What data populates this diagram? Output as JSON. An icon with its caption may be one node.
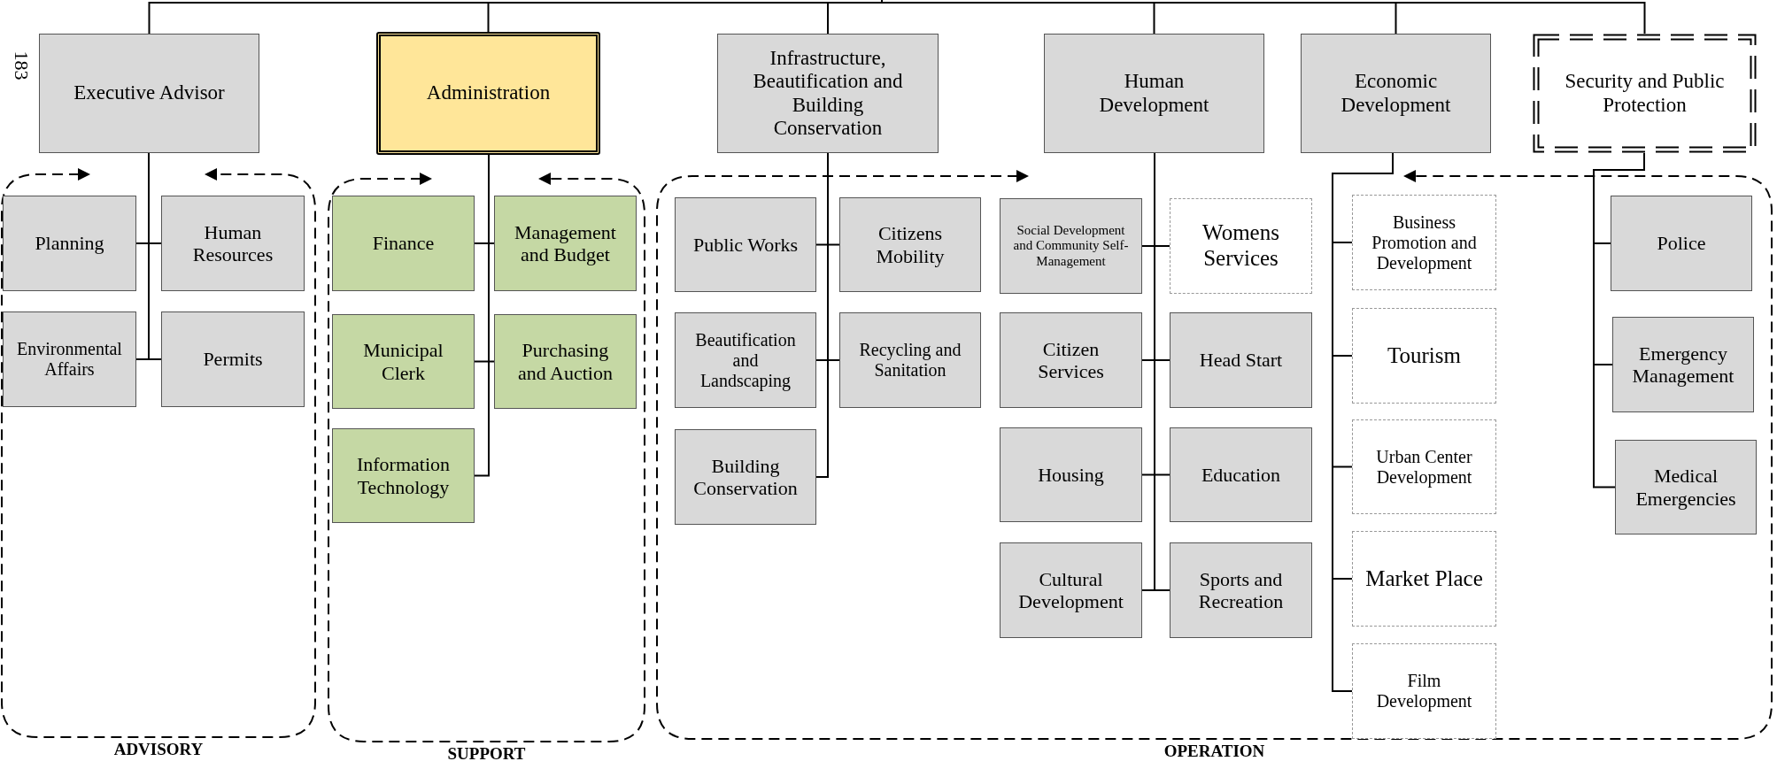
{
  "diagram": {
    "nodes": [
      {
        "text": [
          "Executive Advisor"
        ]
      },
      {
        "text": [
          "Administration"
        ]
      },
      {
        "text": [
          "Infrastructure, Beautification and Building Conservation"
        ]
      },
      {
        "text": [
          "Human Development"
        ]
      },
      {
        "text": [
          "Economic Development"
        ]
      },
      {
        "text": [
          "Security and Public Protection"
        ]
      },
      {
        "text": [
          "ADVISORY"
        ]
      },
      {
        "text": [
          "Planning"
        ],
        "in": 6
      },
      {
        "text": [
          "Human Resources"
        ],
        "in": 6
      },
      {
        "text": [
          "Environmental Affairs"
        ],
        "in": 6
      },
      {
        "text": [
          "Permits"
        ],
        "in": 6
      },
      {
        "text": [
          "SUPPORT"
        ]
      },
      {
        "text": [
          "Finance"
        ],
        "in": 11
      },
      {
        "text": [
          "Management and Budget"
        ],
        "in": 11
      },
      {
        "text": [
          "Municipal Clerk"
        ],
        "in": 11
      },
      {
        "text": [
          "Purchasing and Auction"
        ],
        "in": 11
      },
      {
        "text": [
          "Information Technology"
        ],
        "in": 11
      },
      {
        "text": [
          "OPERATION"
        ]
      },
      {
        "text": [
          "Public Works"
        ],
        "in": 17
      },
      {
        "text": [
          "Citizens Mobility"
        ],
        "in": 17
      },
      {
        "text": [
          "Beautification and Landscaping"
        ],
        "in": 17
      },
      {
        "text": [
          "Recycling and Sanitation"
        ],
        "in": 17
      },
      {
        "text": [
          "Building Conservation"
        ],
        "in": 17
      },
      {
        "text": [
          "Social Development and Community Self-Management"
        ],
        "in": 17
      },
      {
        "text": [
          "Womens Services"
        ],
        "in": 17
      },
      {
        "text": [
          "Citizen Services"
        ],
        "in": 17
      },
      {
        "text": [
          "Head Start"
        ],
        "in": 17
      },
      {
        "text": [
          "Housing"
        ],
        "in": 17
      },
      {
        "text": [
          "Education"
        ],
        "in": 17
      },
      {
        "text": [
          "Cultural Development"
        ],
        "in": 17
      },
      {
        "text": [
          "Sports and Recreation"
        ],
        "in": 17
      },
      {
        "text": [
          "Business Promotion and Development"
        ],
        "in": 17
      },
      {
        "text": [
          "Tourism"
        ],
        "in": 17
      },
      {
        "text": [
          "Urban Center Development"
        ],
        "in": 17
      },
      {
        "text": [
          "Market Place"
        ],
        "in": 17
      },
      {
        "text": [
          "Film Development"
        ],
        "in": 17
      },
      {
        "text": [
          "Police"
        ],
        "in": 17
      },
      {
        "text": [
          "Emergency Management"
        ],
        "in": 17
      },
      {
        "text": [
          "Medical Emergencies"
        ],
        "in": 17
      }
    ],
    "edges": [
      {
        "from": null,
        "to": 0,
        "arrow": "none"
      },
      {
        "from": null,
        "to": 1,
        "arrow": "none"
      },
      {
        "from": null,
        "to": 2,
        "arrow": "none"
      },
      {
        "from": null,
        "to": 3,
        "arrow": "none"
      },
      {
        "from": null,
        "to": 4,
        "arrow": "none"
      },
      {
        "from": null,
        "to": 5,
        "arrow": "none"
      },
      {
        "from": 0,
        "to": 7,
        "arrow": "none"
      },
      {
        "from": 0,
        "to": 8,
        "arrow": "none"
      },
      {
        "from": 0,
        "to": 9,
        "arrow": "none"
      },
      {
        "from": 0,
        "to": 10,
        "arrow": "none"
      },
      {
        "from": 1,
        "to": 12,
        "arrow": "none"
      },
      {
        "from": 1,
        "to": 13,
        "arrow": "none"
      },
      {
        "from": 1,
        "to": 14,
        "arrow": "none"
      },
      {
        "from": 1,
        "to": 15,
        "arrow": "none"
      },
      {
        "from": 1,
        "to": 16,
        "arrow": "none"
      },
      {
        "from": 2,
        "to": 18,
        "arrow": "none"
      },
      {
        "from": 2,
        "to": 19,
        "arrow": "none"
      },
      {
        "from": 2,
        "to": 20,
        "arrow": "none"
      },
      {
        "from": 2,
        "to": 21,
        "arrow": "none"
      },
      {
        "from": 2,
        "to": 22,
        "arrow": "none"
      },
      {
        "from": 3,
        "to": 23,
        "arrow": "none"
      },
      {
        "from": 3,
        "to": 24,
        "arrow": "none"
      },
      {
        "from": 3,
        "to": 25,
        "arrow": "none"
      },
      {
        "from": 3,
        "to": 26,
        "arrow": "none"
      },
      {
        "from": 3,
        "to": 27,
        "arrow": "none"
      },
      {
        "from": 3,
        "to": 28,
        "arrow": "none"
      },
      {
        "from": 3,
        "to": 29,
        "arrow": "none"
      },
      {
        "from": 3,
        "to": 30,
        "arrow": "none"
      },
      {
        "from": 4,
        "to": 31,
        "arrow": "none"
      },
      {
        "from": 4,
        "to": 32,
        "arrow": "none"
      },
      {
        "from": 4,
        "to": 33,
        "arrow": "none"
      },
      {
        "from": 4,
        "to": 34,
        "arrow": "none"
      },
      {
        "from": 4,
        "to": 35,
        "arrow": "none"
      },
      {
        "from": 5,
        "to": 36,
        "arrow": "none"
      },
      {
        "from": 5,
        "to": 37,
        "arrow": "none"
      },
      {
        "from": 5,
        "to": 38,
        "arrow": "none"
      }
    ],
    "labels": [
      "183"
    ]
  }
}
